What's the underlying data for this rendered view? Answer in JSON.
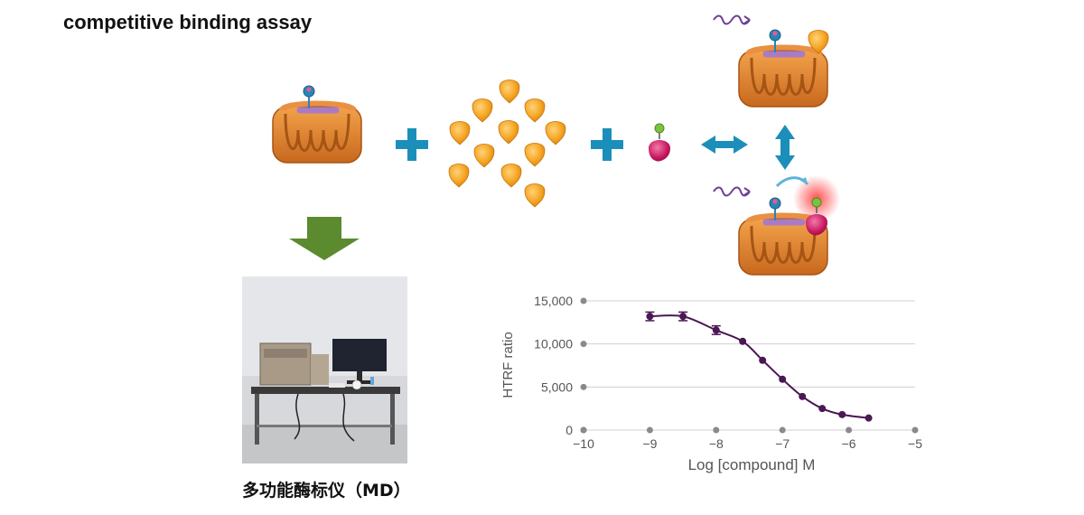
{
  "title": "competitive binding assay",
  "instrument_caption": "多功能酶标仪（MD）",
  "colors": {
    "receptor": "#e0842a",
    "receptor_dark": "#b8621a",
    "ligand_yellow": "#f5a623",
    "tag_purple": "#a97bc6",
    "donor_blue": "#2a84b8",
    "acceptor_pink": "#c8175f",
    "acceptor_green": "#7cc242",
    "plus_blue": "#1b8fba",
    "arrow_green": "#5b8a2f",
    "curve_purple": "#4b1754"
  },
  "icons": [
    "receptor-icon",
    "competitor-compound-icon",
    "tracer-ligand-icon",
    "plus-icon",
    "equilibrium-arrow-icon",
    "down-arrow-icon",
    "plate-reader-photo"
  ],
  "chart_data": {
    "type": "line",
    "title": "",
    "xlabel": "Log [compound] M",
    "ylabel": "HTRF ratio",
    "xlim": [
      -10,
      -5
    ],
    "ylim": [
      0,
      15000
    ],
    "x_ticks": [
      -10,
      -9,
      -8,
      -7,
      -6,
      -5
    ],
    "y_ticks": [
      0,
      5000,
      10000,
      15000
    ],
    "x_tick_labels": [
      "−10",
      "−9",
      "−8",
      "−7",
      "−6",
      "−5"
    ],
    "y_tick_labels": [
      "0",
      "5,000",
      "10,000",
      "15,000"
    ],
    "grid": true,
    "series": [
      {
        "x": [
          -9.0,
          -8.5,
          -8.0,
          -7.6,
          -7.3,
          -7.0,
          -6.7,
          -6.4,
          -6.1,
          -5.7
        ],
        "y": [
          13200,
          13200,
          11600,
          10300,
          8100,
          5900,
          3900,
          2500,
          1800,
          1400
        ],
        "error": [
          500,
          500,
          500,
          0,
          0,
          0,
          0,
          0,
          0,
          0
        ]
      }
    ]
  }
}
